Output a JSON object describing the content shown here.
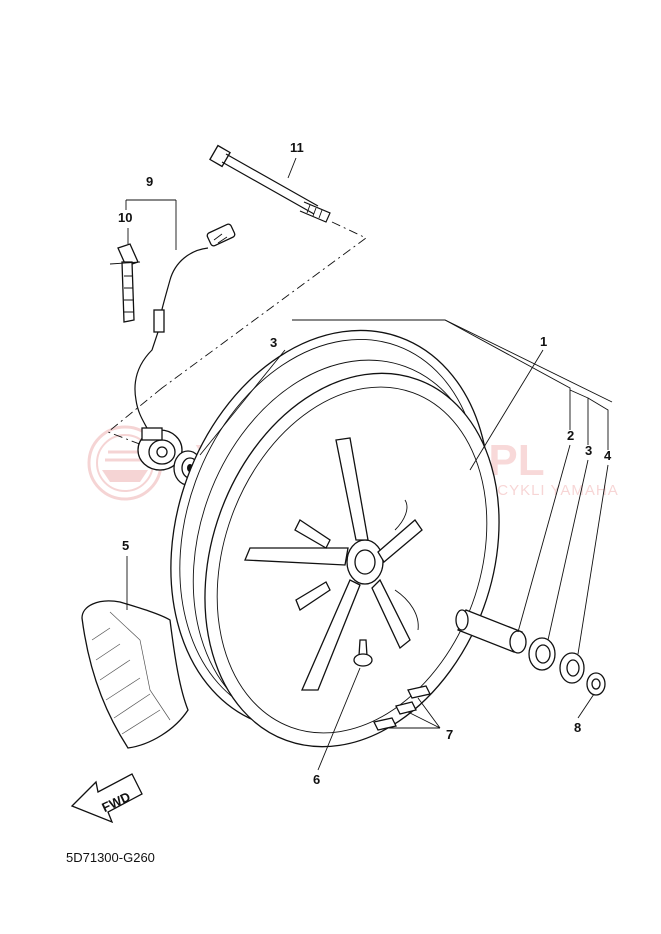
{
  "diagram": {
    "callouts": {
      "c1": "1",
      "c2": "2",
      "c3_left": "3",
      "c3_right": "3",
      "c4": "4",
      "c5": "5",
      "c6": "6",
      "c7": "7",
      "c8": "8",
      "c9": "9",
      "c10": "10",
      "c11": "11"
    },
    "fwd_label": "FWD",
    "part_code": "5D71300-G260",
    "watermark": {
      "title": "YAMA-SKLEP.PL",
      "subtitle": "CZĘŚCI ZAMIENNE DO MOTOCYKLI YAMAHA",
      "logo_color": "#d44040"
    }
  }
}
